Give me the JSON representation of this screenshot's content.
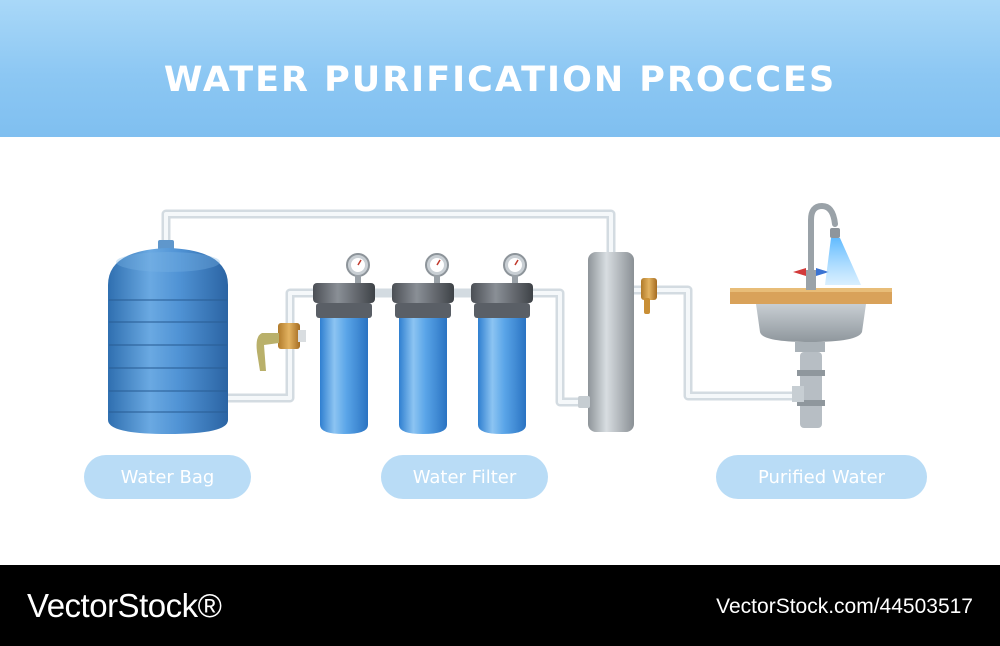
{
  "header": {
    "title": "WATER PURIFICATION PROCCES"
  },
  "labels": {
    "water_bag": "Water Bag",
    "water_filter": "Water Filter",
    "purified_water": "Purified Water"
  },
  "footer": {
    "brand": "VectorStock®",
    "image_id": "VectorStock.com/44503517"
  },
  "colors": {
    "header_top": "#a9d8f8",
    "header_bottom": "#7fbff0",
    "tank_blue": "#3f88c9",
    "filter_blue": "#4f9be0",
    "label_bg": "#b9dcf6",
    "pipe": "#e9eef2"
  }
}
